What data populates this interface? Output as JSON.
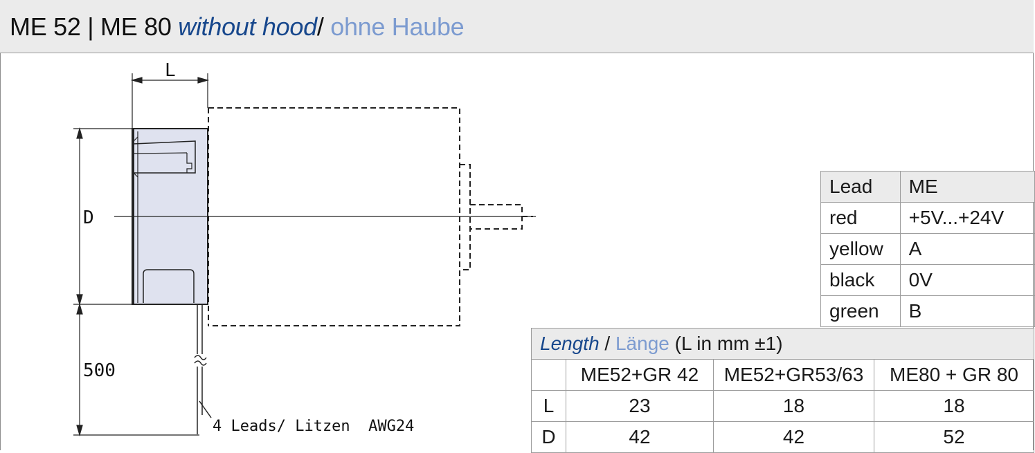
{
  "header": {
    "title_main": "ME 52 | ME 80 ",
    "title_en": "without hood",
    "title_slash": "/ ",
    "title_de": "ohne Haube"
  },
  "drawing": {
    "label_L": "L",
    "label_D": "D",
    "label_500": "500",
    "leads_note": "4 Leads/ Litzen  AWG24"
  },
  "lead_table": {
    "header": [
      "Lead",
      "ME"
    ],
    "rows": [
      [
        "red",
        "+5V...+24V"
      ],
      [
        "yellow",
        "A"
      ],
      [
        "black",
        "0V"
      ],
      [
        "green",
        "B"
      ]
    ]
  },
  "length_table": {
    "caption_en": "Length",
    "caption_sep": " / ",
    "caption_de": "Länge",
    "caption_unit": " (L in mm ±1)",
    "columns": [
      "ME52+GR 42",
      "ME52+GR53/63",
      "ME80 + GR 80"
    ],
    "rows": [
      {
        "label": "L",
        "values": [
          "23",
          "18",
          "18"
        ]
      },
      {
        "label": "D",
        "values": [
          "42",
          "42",
          "52"
        ]
      }
    ]
  },
  "colors": {
    "accent_blue": "#17478c",
    "light_blue": "#7c9bd0",
    "motor_fill": "#dfe2ef",
    "header_bg": "#ebebeb"
  }
}
